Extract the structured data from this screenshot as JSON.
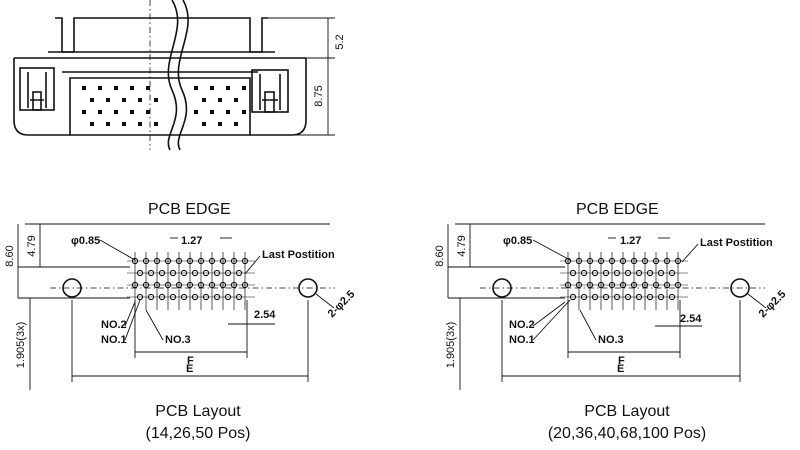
{
  "side_view": {
    "dim_height": "5.2",
    "dim_base": "8.75"
  },
  "left_layout": {
    "edge_label": "PCB EDGE",
    "dim_offset": "4.79",
    "dim_total": "8.60",
    "dim_vertical_pitch": "1.905(3x)",
    "hole_dia": "φ0.85",
    "pitch_label": "1.27",
    "last_position": "Last Postition",
    "mount_holes": "2-φ2.5",
    "row_pitch": "2.54",
    "no2": "NO.2",
    "no1": "NO.1",
    "no3": "NO.3",
    "dim_f": "F",
    "dim_e": "E",
    "title": "PCB Layout",
    "subtitle": "(14,26,50 Pos)"
  },
  "right_layout": {
    "edge_label": "PCB EDGE",
    "dim_offset": "4.79",
    "dim_total": "8.60",
    "dim_vertical_pitch": "1.905(3x)",
    "hole_dia": "φ0.85",
    "pitch_label": "1.27",
    "last_position": "Last Postition",
    "mount_holes": "2-φ2.5",
    "row_pitch": "2.54",
    "no2": "NO.2",
    "no1": "NO.1",
    "no3": "NO.3",
    "dim_f": "F",
    "dim_e": "E",
    "title": "PCB Layout",
    "subtitle": "(20,36,40,68,100 Pos)"
  }
}
